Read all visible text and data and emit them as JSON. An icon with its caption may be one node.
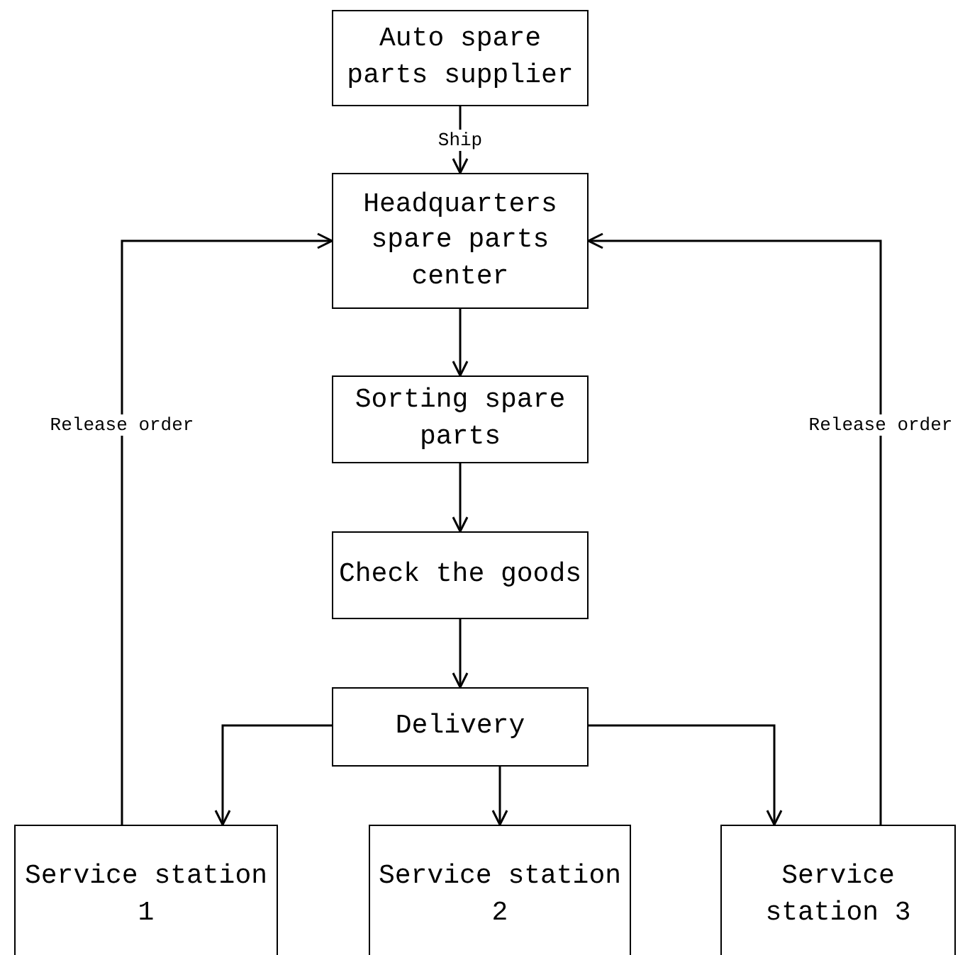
{
  "diagram": {
    "nodes": [
      {
        "text": [
          "Auto spare parts supplier"
        ]
      },
      {
        "text": [
          "Headquarters spare parts center"
        ]
      },
      {
        "text": [
          "Sorting spare parts"
        ]
      },
      {
        "text": [
          "Check the goods"
        ]
      },
      {
        "text": [
          "Delivery"
        ]
      },
      {
        "text": [
          "Service station 1"
        ]
      },
      {
        "text": [
          "Service station 2"
        ]
      },
      {
        "text": [
          "Service station 3"
        ]
      }
    ],
    "edges": [
      {
        "from": 0,
        "to": 1,
        "arrow": "to",
        "label": "Ship"
      },
      {
        "from": 1,
        "to": 2,
        "arrow": "to"
      },
      {
        "from": 2,
        "to": 3,
        "arrow": "to"
      },
      {
        "from": 3,
        "to": 4,
        "arrow": "to"
      },
      {
        "from": 4,
        "to": 5,
        "arrow": "to"
      },
      {
        "from": 4,
        "to": 6,
        "arrow": "to"
      },
      {
        "from": 4,
        "to": 7,
        "arrow": "to"
      },
      {
        "from": 5,
        "to": 1,
        "arrow": "to",
        "label": "Release order"
      },
      {
        "from": 7,
        "to": 1,
        "arrow": "to",
        "label": "Release order"
      }
    ]
  }
}
